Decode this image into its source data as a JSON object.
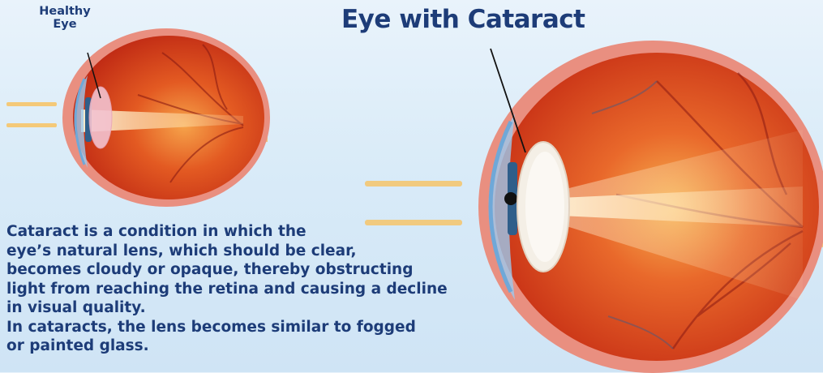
{
  "title": "Eye with Cataract",
  "healthy_label": [
    "Healthy",
    "Eye"
  ],
  "description": [
    "Cataract is a condition in which the",
    "eye’s natural lens, which should be clear,",
    "becomes cloudy or opaque, thereby obstructing",
    "light from reaching the retina and causing a decline",
    "in visual quality.",
    "In cataracts, the lens becomes similar to  fogged",
    "or painted glass."
  ],
  "colors": {
    "text": "#1d3c78",
    "sclera": "#e98f80",
    "retina": "#d6371b",
    "lens_clear": "#f3c2cf",
    "lens_cloudy": "#f4efe6",
    "light_ray": "#f6c46a"
  }
}
